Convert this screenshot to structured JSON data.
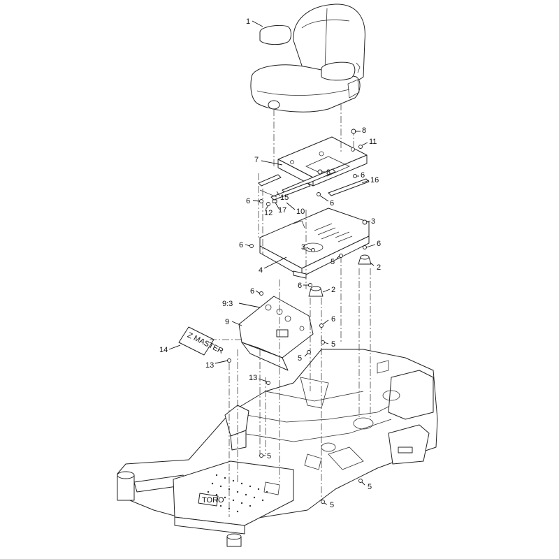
{
  "callouts": [
    {
      "id": "c1",
      "label": "1"
    },
    {
      "id": "c8a",
      "label": "8"
    },
    {
      "id": "c11",
      "label": "11"
    },
    {
      "id": "c7",
      "label": "7"
    },
    {
      "id": "c8b",
      "label": "8"
    },
    {
      "id": "c6a",
      "label": "6"
    },
    {
      "id": "c16",
      "label": "16"
    },
    {
      "id": "c15",
      "label": "15"
    },
    {
      "id": "c6b",
      "label": "6"
    },
    {
      "id": "c6c",
      "label": "6"
    },
    {
      "id": "c12",
      "label": "12"
    },
    {
      "id": "c17",
      "label": "17"
    },
    {
      "id": "c10",
      "label": "10"
    },
    {
      "id": "c3a",
      "label": "3"
    },
    {
      "id": "c6d",
      "label": "6"
    },
    {
      "id": "c3b",
      "label": "3"
    },
    {
      "id": "c6e",
      "label": "6"
    },
    {
      "id": "c5a",
      "label": "5"
    },
    {
      "id": "c2a",
      "label": "2"
    },
    {
      "id": "c4",
      "label": "4"
    },
    {
      "id": "c6f",
      "label": "6"
    },
    {
      "id": "c2b",
      "label": "2"
    },
    {
      "id": "c6g",
      "label": "6"
    },
    {
      "id": "c93",
      "label": "9:3"
    },
    {
      "id": "c6h",
      "label": "6"
    },
    {
      "id": "c9",
      "label": "9"
    },
    {
      "id": "c5b",
      "label": "5"
    },
    {
      "id": "c14",
      "label": "14"
    },
    {
      "id": "c5c",
      "label": "5"
    },
    {
      "id": "c13a",
      "label": "13"
    },
    {
      "id": "c13b",
      "label": "13"
    },
    {
      "id": "c5d",
      "label": "5"
    },
    {
      "id": "c5e",
      "label": "5"
    },
    {
      "id": "c5f",
      "label": "5"
    }
  ],
  "decal_text": "Z MASTER",
  "brand_plate_text": "TORO"
}
